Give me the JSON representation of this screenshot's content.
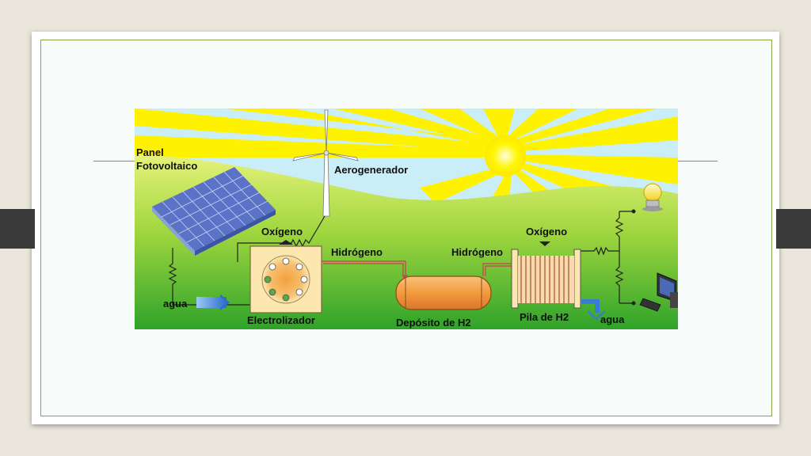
{
  "diagram": {
    "labels": {
      "panel_line1": "Panel",
      "panel_line2": "Fotovoltaico",
      "wind_turbine": "Aerogenerador",
      "oxygen_left": "Oxígeno",
      "hydrogen_left": "Hidrógeno",
      "hydrogen_right": "Hidrógeno",
      "oxygen_right": "Oxígeno",
      "water_in": "agua",
      "electrolyzer": "Electrolizador",
      "tank": "Depósito de H2",
      "fuel_cell": "Pila de H2",
      "water_out": "agua"
    }
  },
  "colors": {
    "sky": "#c9eef7",
    "sun": "#fff200",
    "grass_light": "#dff06a",
    "grass_dark": "#3aa828",
    "panel_blue": "#5d7ee0",
    "electrolyzer_fill": "#fde7b0",
    "tank_fill": "#f2a04c",
    "pipe_hydrogen": "#c0504d",
    "water_blue": "#3a7bd5",
    "wire": "#222222",
    "frame_green": "#8aa64a"
  }
}
